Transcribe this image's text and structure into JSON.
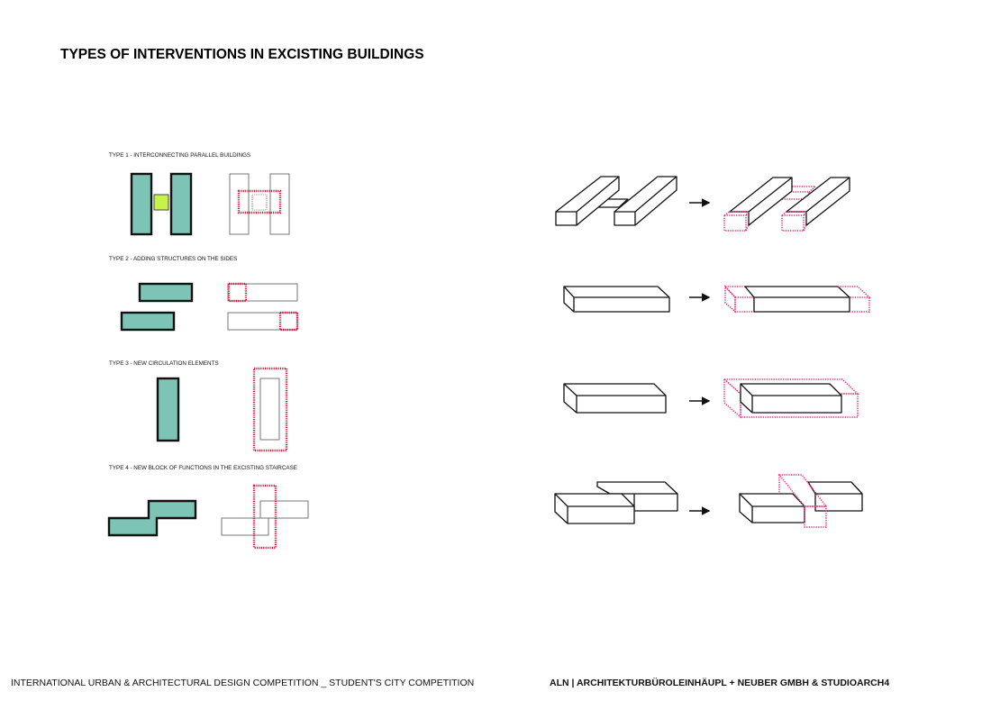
{
  "title": "TYPES OF INTERVENTIONS IN EXCISTING BUILDINGS",
  "types": [
    {
      "label": "TYPE 1 - INTERCONNECTING PARALLEL BUILDINGS"
    },
    {
      "label": "TYPE 2 - ADDING STRUCTURES ON THE SIDES"
    },
    {
      "label": "TYPE 3 - NEW CIRCULATION ELEMENTS"
    },
    {
      "label": "TYPE 4 - NEW BLOCK OF FUNCTIONS IN THE EXCISTING STAIRCASE"
    }
  ],
  "colors": {
    "existing_fill": "#7ec4b6",
    "connector_fill": "#c6f24a",
    "intervention_plan": "#d11a3a",
    "intervention_3d": "#e0307a"
  },
  "footer": {
    "left": "INTERNATIONAL URBAN & ARCHITECTURAL DESIGN COMPETITION _ STUDENT'S CITY COMPETITION",
    "right": "ALN | ARCHITEKTURBÜROLEINHÄUPL + NEUBER GMBH & STUDIOARCH4"
  }
}
